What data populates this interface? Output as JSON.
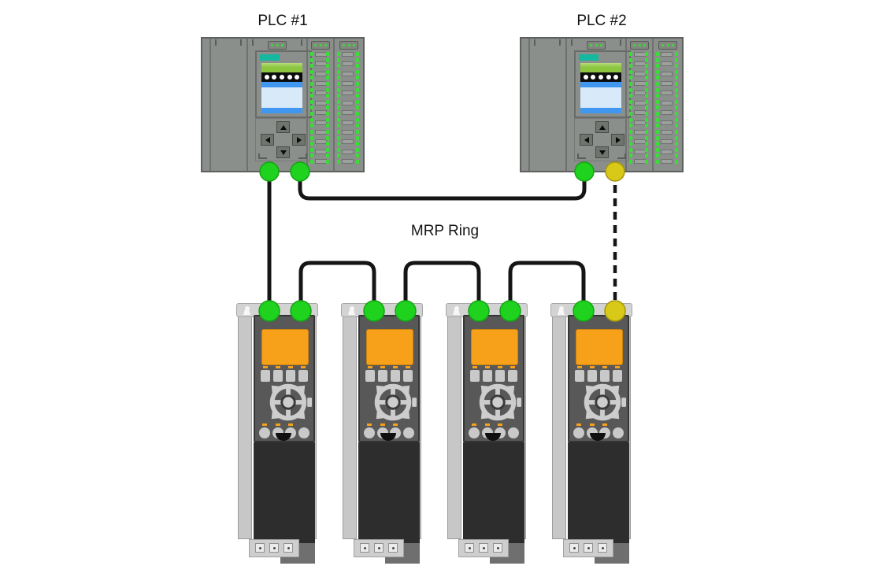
{
  "labels": {
    "ring": "MRP Ring"
  },
  "plcs": [
    {
      "id": "plc-1",
      "label": "PLC #1",
      "ports": [
        "green",
        "green"
      ]
    },
    {
      "id": "plc-2",
      "label": "PLC #2",
      "ports": [
        "green",
        "yellow"
      ]
    }
  ],
  "drives": [
    {
      "id": "drive-1",
      "ports": [
        "green",
        "green"
      ]
    },
    {
      "id": "drive-2",
      "ports": [
        "green",
        "green"
      ]
    },
    {
      "id": "drive-3",
      "ports": [
        "green",
        "green"
      ]
    },
    {
      "id": "drive-4",
      "ports": [
        "green",
        "yellow"
      ]
    }
  ],
  "connections": [
    {
      "from": "plc-1:port-1",
      "to": "drive-1:port-1",
      "style": "solid",
      "route": "straight"
    },
    {
      "from": "plc-1:port-2",
      "to": "plc-2:port-1",
      "style": "solid",
      "route": "arc"
    },
    {
      "from": "drive-1:port-2",
      "to": "drive-2:port-1",
      "style": "solid",
      "route": "arc"
    },
    {
      "from": "drive-2:port-2",
      "to": "drive-3:port-1",
      "style": "solid",
      "route": "arc"
    },
    {
      "from": "drive-3:port-2",
      "to": "drive-4:port-1",
      "style": "solid",
      "route": "arc"
    },
    {
      "from": "plc-2:port-2",
      "to": "drive-4:port-2",
      "style": "dashed",
      "route": "straight"
    }
  ],
  "colors": {
    "port_green": "#1ed21e",
    "port_green_edge": "#15a415",
    "port_yellow": "#d8c818",
    "port_yellow_edge": "#a3950c",
    "wire": "#151515"
  }
}
